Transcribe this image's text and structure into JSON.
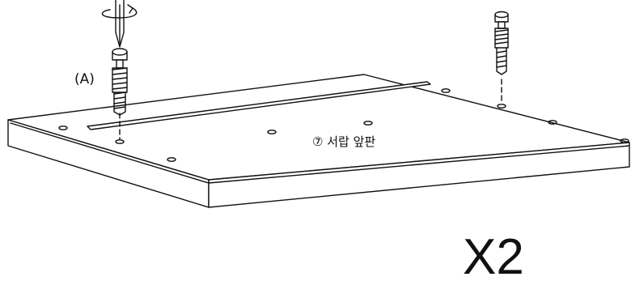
{
  "labels": {
    "screw_a": "(A)",
    "panel": "⑦ 서랍 앞판",
    "multiplier": "X2"
  },
  "colors": {
    "line": "#111111",
    "fill": "#ffffff"
  },
  "icons": {
    "screwdriver": "screwdriver-icon",
    "rotation": "rotation-arrow-icon",
    "screw": "cam-screw-icon"
  }
}
